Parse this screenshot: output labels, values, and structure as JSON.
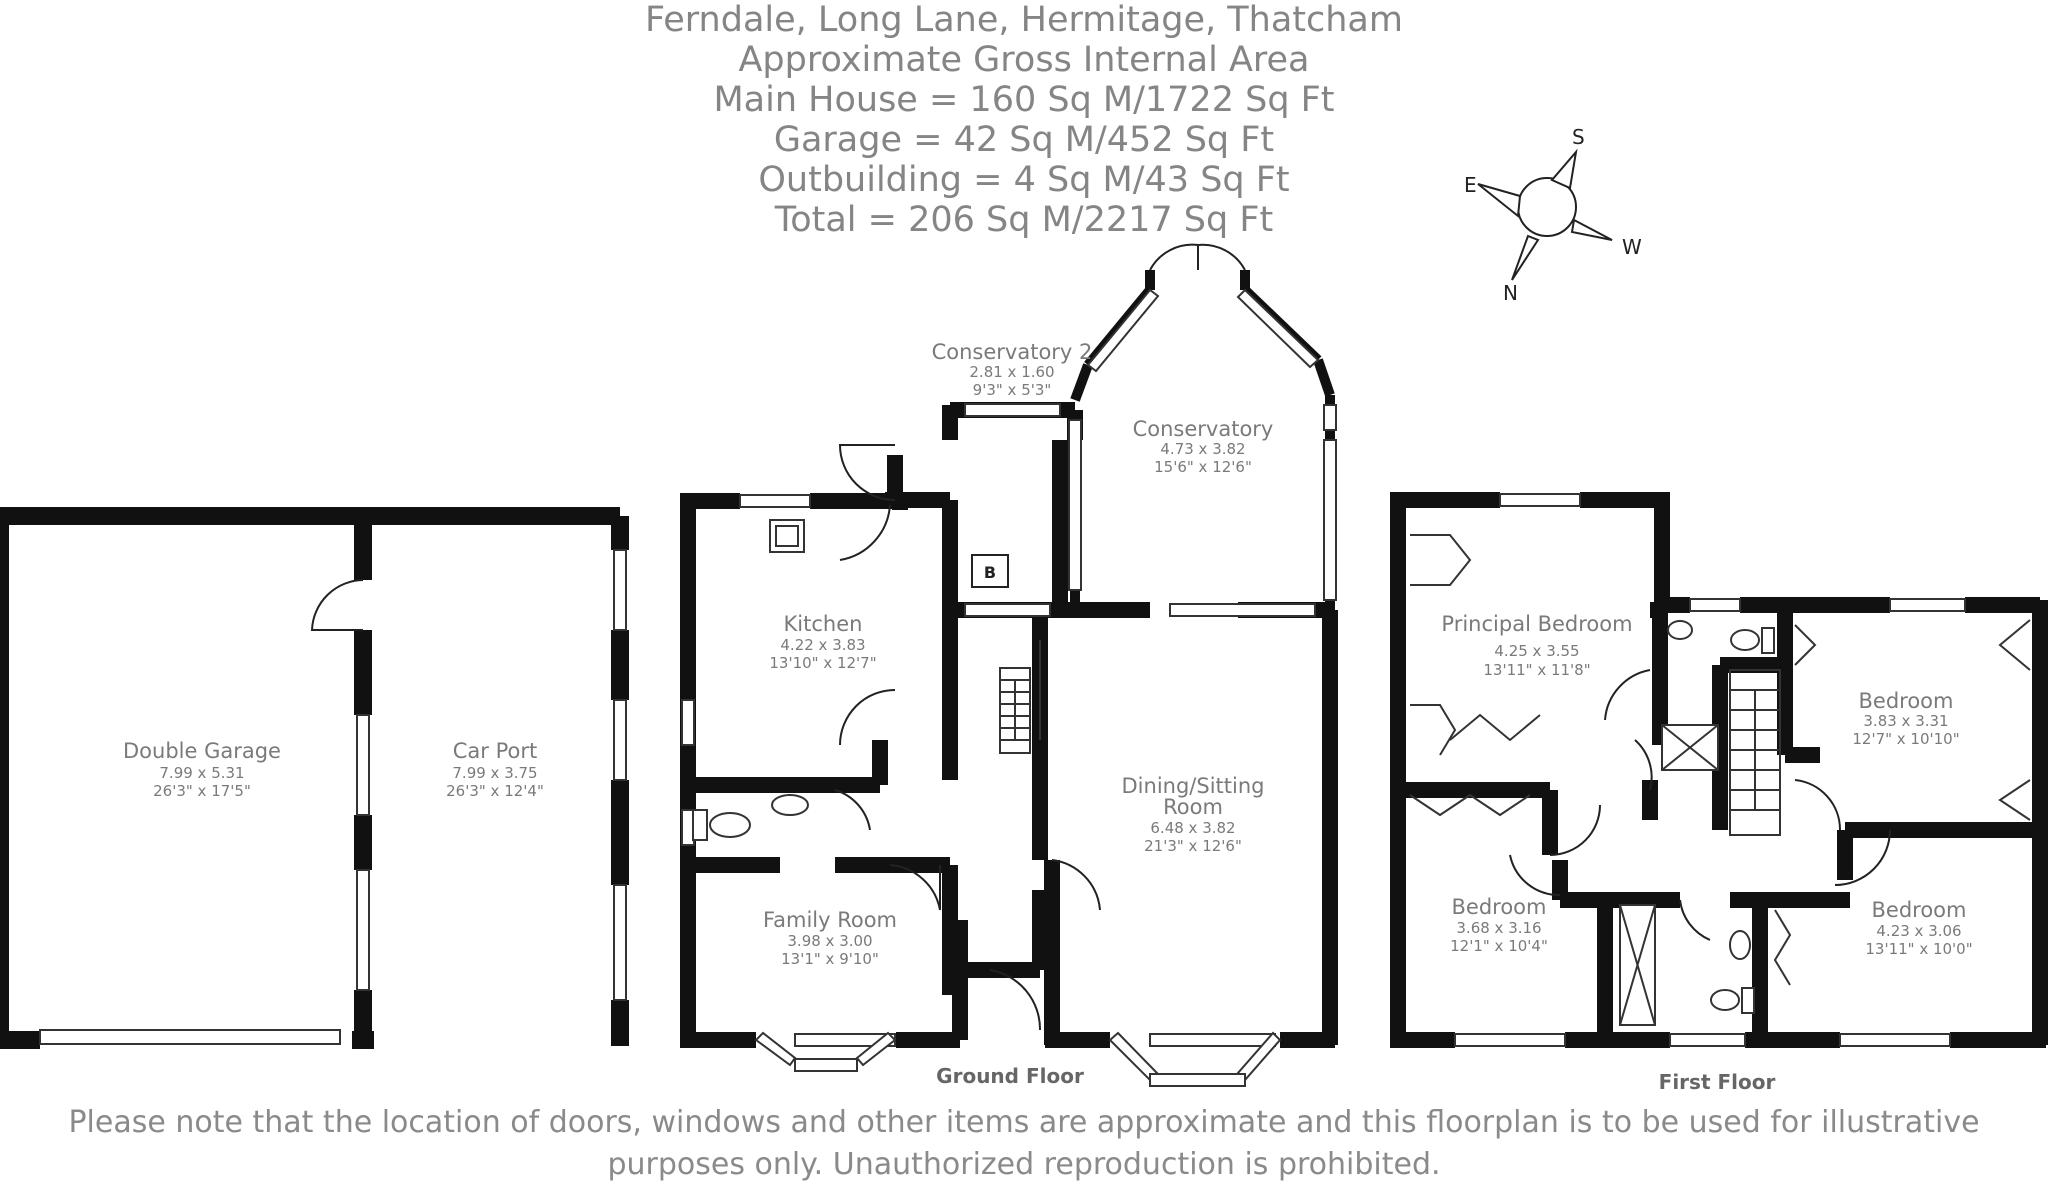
{
  "header": {
    "address": "Ferndale, Long Lane, Hermitage, Thatcham",
    "area_title": "Approximate Gross Internal Area",
    "main_house": "Main House = 160 Sq M/1722 Sq Ft",
    "garage": "Garage = 42 Sq M/452 Sq Ft",
    "outbuilding": "Outbuilding = 4 Sq M/43 Sq Ft",
    "total": "Total = 206 Sq M/2217 Sq Ft"
  },
  "compass": {
    "s": "S",
    "e": "E",
    "w": "W",
    "n": "N"
  },
  "rooms": {
    "double_garage": {
      "name": "Double Garage",
      "metric": "7.99 x 5.31",
      "imperial": "26'3\" x 17'5\""
    },
    "car_port": {
      "name": "Car Port",
      "metric": "7.99 x 3.75",
      "imperial": "26'3\" x 12'4\""
    },
    "conservatory2": {
      "name": "Conservatory 2",
      "metric": "2.81 x 1.60",
      "imperial": "9'3\" x 5'3\""
    },
    "conservatory": {
      "name": "Conservatory",
      "metric": "4.73 x 3.82",
      "imperial": "15'6\" x 12'6\""
    },
    "kitchen": {
      "name": "Kitchen",
      "metric": "4.22 x 3.83",
      "imperial": "13'10\" x 12'7\""
    },
    "dining": {
      "name1": "Dining/Sitting",
      "name2": "Room",
      "metric": "6.48 x 3.82",
      "imperial": "21'3\" x 12'6\""
    },
    "family": {
      "name": "Family Room",
      "metric": "3.98 x 3.00",
      "imperial": "13'1\" x 9'10\""
    },
    "principal": {
      "name": "Principal Bedroom",
      "metric": "4.25 x 3.55",
      "imperial": "13'11\" x 11'8\""
    },
    "bedroom_ne": {
      "name": "Bedroom",
      "metric": "3.83 x 3.31",
      "imperial": "12'7\" x 10'10\""
    },
    "bedroom_sw": {
      "name": "Bedroom",
      "metric": "3.68 x 3.16",
      "imperial": "12'1\" x 10'4\""
    },
    "bedroom_se": {
      "name": "Bedroom",
      "metric": "4.23 x 3.06",
      "imperial": "13'11\" x 10'0\""
    }
  },
  "symbols": {
    "boiler": "B"
  },
  "floors": {
    "ground": "Ground Floor",
    "first": "First Floor"
  },
  "footer": {
    "line1": "Please note that the location of doors, windows and other items are approximate and this floorplan is to be used for illustrative",
    "line2": "purposes only. Unauthorized reproduction is prohibited."
  }
}
